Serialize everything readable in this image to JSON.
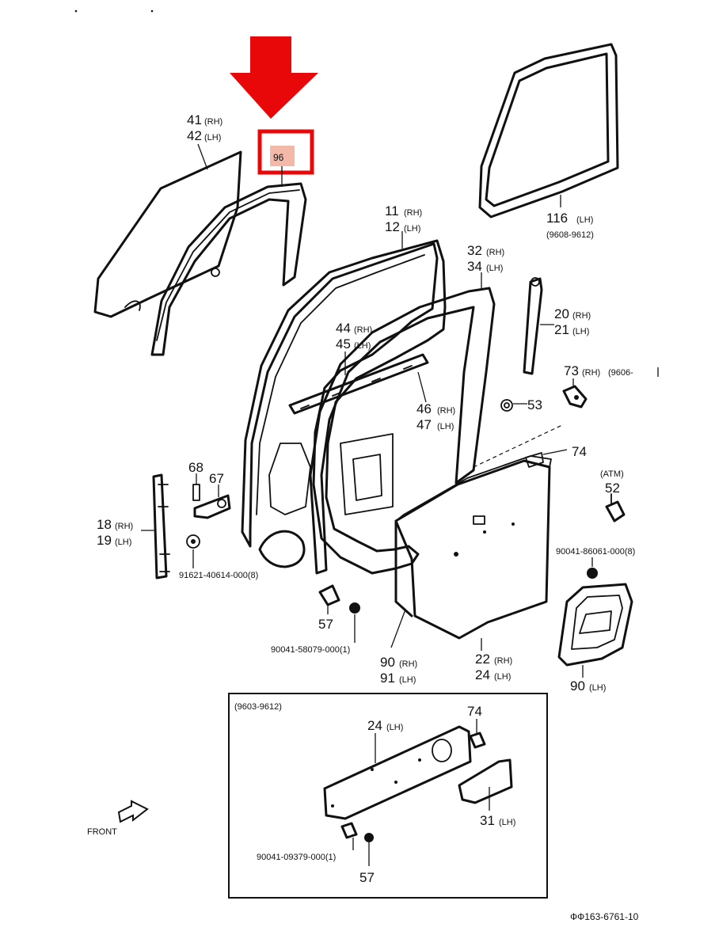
{
  "callouts": {
    "p41": "41",
    "p41_side": "(RH)",
    "p42": "42",
    "p42_side": "(LH)",
    "p96": "96",
    "p11": "11",
    "p11_side": "(RH)",
    "p12": "12",
    "p12_side": "(LH)",
    "p116": "116",
    "p116_side": "(LH)",
    "p116_range": "(9608-9612)",
    "p32": "32",
    "p32_side": "(RH)",
    "p34": "34",
    "p34_side": "(LH)",
    "p20": "20",
    "p20_side": "(RH)",
    "p21": "21",
    "p21_side": "(LH)",
    "p44": "44",
    "p44_side": "(RH)",
    "p45": "45",
    "p45_side": "(LH)",
    "p73": "73",
    "p73_side": "(RH)",
    "p73_range": "(9606-",
    "p53": "53",
    "p46": "46",
    "p46_side": "(RH)",
    "p47": "47",
    "p47_side": "(LH)",
    "p74": "74",
    "p68": "68",
    "p67": "67",
    "p52_note": "(ATM)",
    "p52": "52",
    "p18": "18",
    "p18_side": "(RH)",
    "p19": "19",
    "p19_side": "(LH)",
    "bolt_a": "90041-86061-000(8)",
    "bolt_b": "91621-40614-000(8)",
    "p57": "57",
    "bolt_c": "90041-58079-000(1)",
    "p22": "22",
    "p22_side": "(RH)",
    "p24": "24",
    "p24_side": "(LH)",
    "p90": "90",
    "p90_side": "(RH)",
    "p91": "91",
    "p91_side": "(LH)",
    "p90b": "90",
    "p90b_side": "(LH)"
  },
  "inset": {
    "range": "(9603-9612)",
    "p24": "24",
    "p24_side": "(LH)",
    "p74": "74",
    "p31": "31",
    "p31_side": "(LH)",
    "bolt": "90041-09379-000(1)",
    "p57": "57"
  },
  "front_label": "FRONT",
  "ref_code": "ФФ163-6761-10",
  "highlight": {
    "part": "96",
    "color": "#e8080a",
    "fill": "#f2b8a8"
  }
}
